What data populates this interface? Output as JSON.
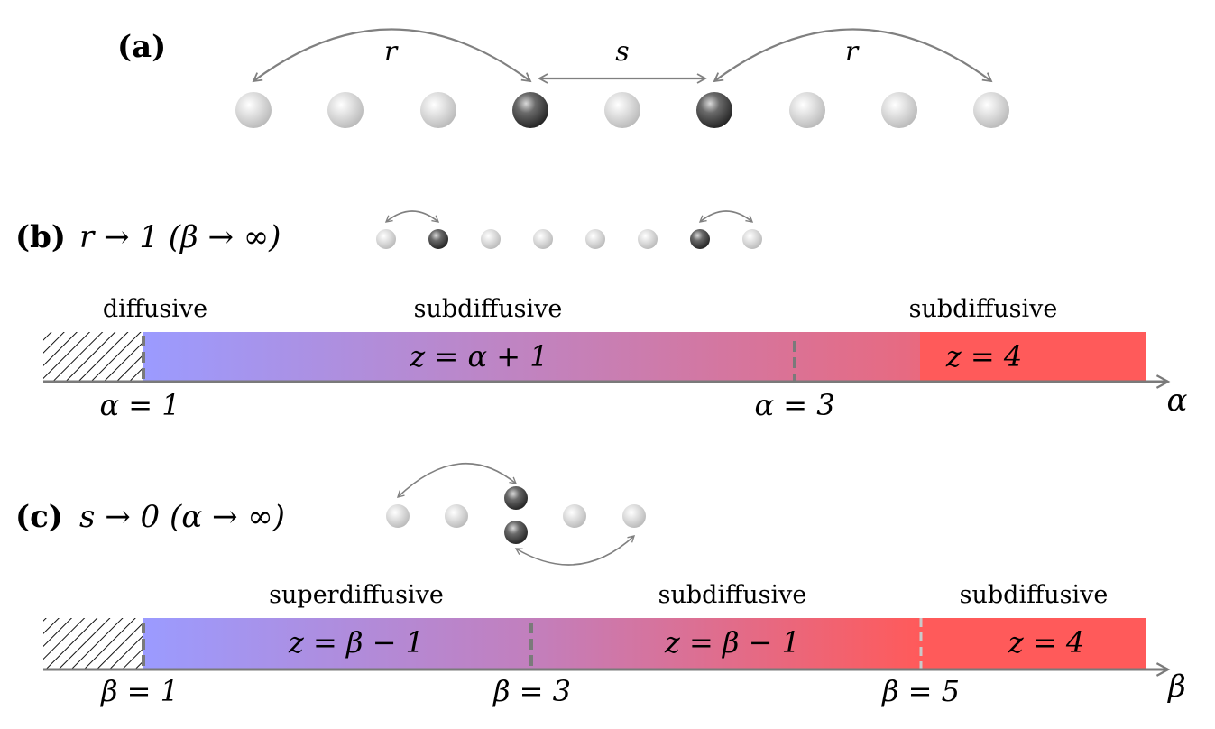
{
  "panel_a": {
    "label": "(a)",
    "jump_left": "r",
    "gap": "s",
    "jump_right": "r",
    "sites": [
      "light",
      "light",
      "light",
      "dark",
      "light",
      "dark",
      "light",
      "light",
      "light"
    ]
  },
  "panel_b": {
    "label": "(b)",
    "condition": "r → 1 (β → ∞)",
    "sites": [
      "light",
      "dark",
      "light",
      "light",
      "light",
      "light",
      "dark",
      "light"
    ],
    "regimes": [
      {
        "name": "diffusive",
        "formula": ""
      },
      {
        "name": "subdiffusive",
        "formula": "z = α + 1"
      },
      {
        "name": "subdiffusive",
        "formula": "z = 4"
      }
    ],
    "ticks": [
      "α = 1",
      "α = 3"
    ],
    "axis_label": "α"
  },
  "panel_c": {
    "label": "(c)",
    "condition": "s → 0 (α → ∞)",
    "regimes": [
      {
        "name": "superdiffusive",
        "formula": "z = β − 1"
      },
      {
        "name": "subdiffusive",
        "formula": "z = β − 1"
      },
      {
        "name": "subdiffusive",
        "formula": "z = 4"
      }
    ],
    "ticks": [
      "β = 1",
      "β = 3",
      "β = 5"
    ],
    "axis_label": "β"
  },
  "colors": {
    "blue": "#9b9bff",
    "purple": "#c27fbd",
    "red": "#ff5a5a",
    "axis": "#7a7a7a",
    "arrow": "#808080"
  }
}
